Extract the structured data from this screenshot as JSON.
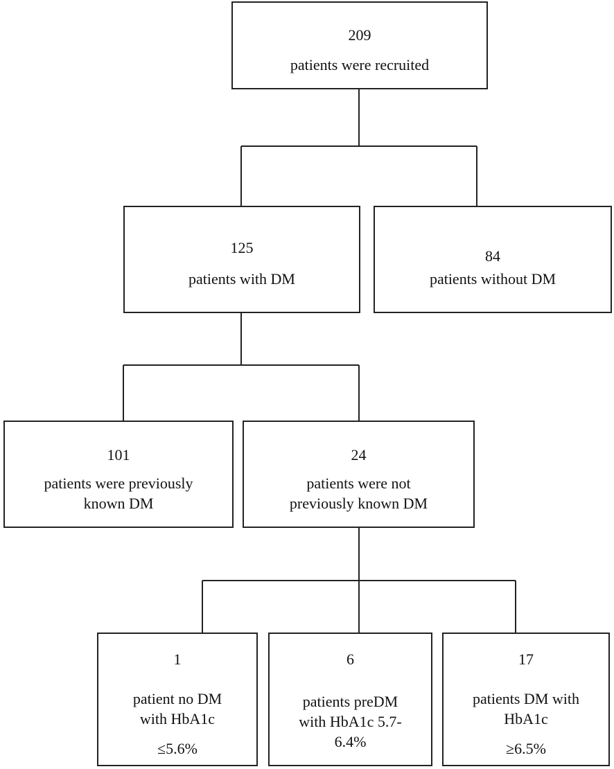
{
  "flow": {
    "recruited": {
      "count": "209",
      "label": "patients  were recruited"
    },
    "with_dm": {
      "count": "125",
      "label": "patients  with  DM"
    },
    "without_dm": {
      "count": "84",
      "label": "patients  without  DM"
    },
    "previously_known": {
      "count": "101",
      "label_line1": "patients  were previously",
      "label_line2": "known  DM"
    },
    "not_previously_known": {
      "count": "24",
      "label_line1": "patients  were not",
      "label_line2": "previously  known  DM"
    },
    "no_dm": {
      "count": "1",
      "label_line1": "patient  no DM",
      "label_line2": "with  HbA1c",
      "label_line3": "≤5.6%"
    },
    "pre_dm": {
      "count": "6",
      "label_line1": "patients  preDM",
      "label_line2": "with  HbA1c  5.7-",
      "label_line3": "6.4%"
    },
    "dm_confirmed": {
      "count": "17",
      "label_line1": "patients  DM with",
      "label_line2": "HbA1c",
      "label_line3": "≥6.5%"
    }
  }
}
